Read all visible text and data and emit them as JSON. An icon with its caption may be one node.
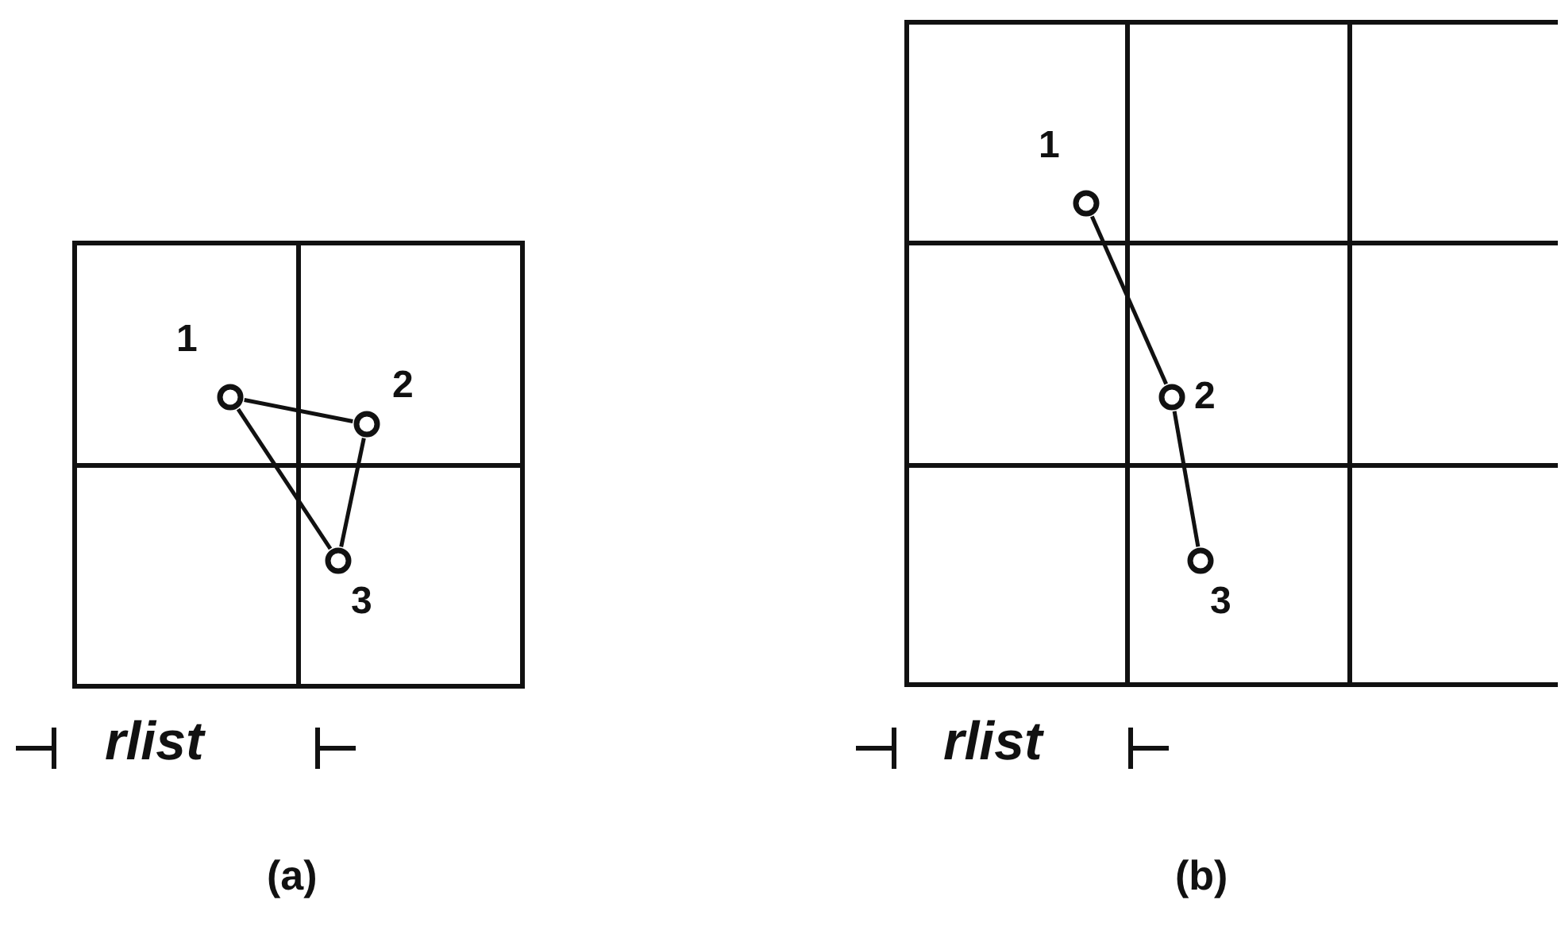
{
  "diagram": {
    "nodes": [
      {
        "text": [],
        "shape": "circle",
        "beside": [
          "1"
        ]
      },
      {
        "text": [],
        "shape": "circle",
        "beside": [
          "2"
        ]
      },
      {
        "text": [],
        "shape": "circle",
        "beside": [
          "3"
        ]
      },
      {
        "text": [],
        "shape": "circle",
        "beside": [
          "1"
        ]
      },
      {
        "text": [],
        "shape": "circle",
        "beside": [
          "2"
        ]
      },
      {
        "text": [],
        "shape": "circle",
        "beside": [
          "3"
        ]
      }
    ],
    "edges": [
      {
        "from": 0,
        "to": 1,
        "arrow": "none"
      },
      {
        "from": 1,
        "to": 2,
        "arrow": "none"
      },
      {
        "from": 2,
        "to": 0,
        "arrow": "none"
      },
      {
        "from": 3,
        "to": 4,
        "arrow": "none"
      },
      {
        "from": 4,
        "to": 5,
        "arrow": "none"
      }
    ],
    "labels": [
      "rlist",
      "rlist",
      "(a)",
      "(b)"
    ]
  }
}
